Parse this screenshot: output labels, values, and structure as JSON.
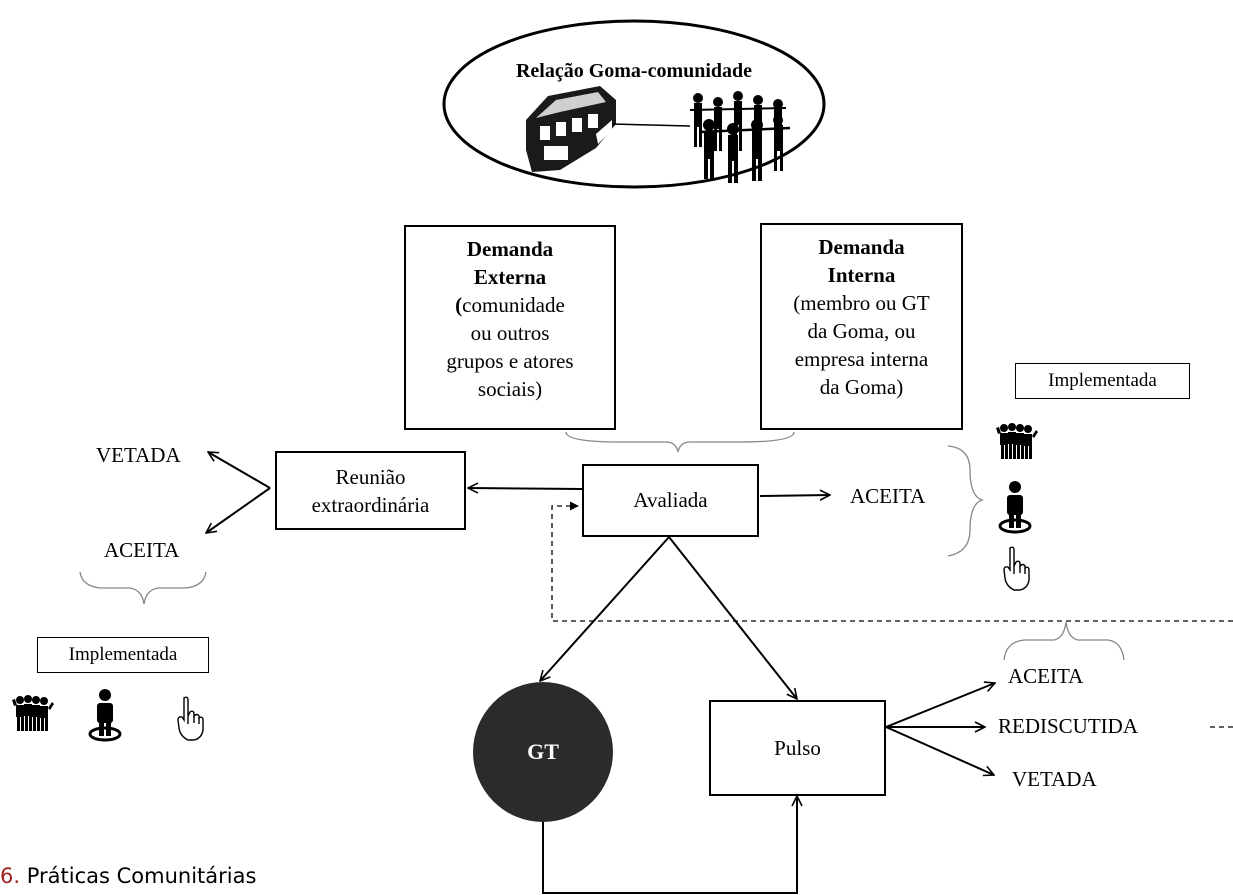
{
  "title": "Relação Goma-comunidade",
  "demanda_externa": {
    "heading_1": "Demanda",
    "heading_2": "Externa",
    "paren_open": "(",
    "lines": [
      "comunidade",
      "ou outros",
      "grupos e atores",
      "sociais)"
    ]
  },
  "demanda_interna": {
    "heading_1": "Demanda",
    "heading_2": "Interna",
    "lines": [
      "(membro ou GT",
      "da Goma, ou",
      "empresa interna",
      "da Goma)"
    ]
  },
  "nodes": {
    "reuniao_line1": "Reunião",
    "reuniao_line2": "extraordinária",
    "avaliada": "Avaliada",
    "pulso": "Pulso",
    "gt": "GT"
  },
  "outcomes": {
    "vetada_left": "VETADA",
    "aceita_left": "ACEITA",
    "aceita_right": "ACEITA",
    "aceita_pulso": "ACEITA",
    "rediscutida": "REDISCUTIDA",
    "vetada_pulso": "VETADA"
  },
  "implementada_right": "Implementada",
  "implementada_left": "Implementada",
  "caption_number": "6.",
  "caption_text": "Práticas Comunitárias",
  "icons": [
    "building-icon",
    "community-circle-icon",
    "group-icon",
    "person-icon",
    "hand-pointer-icon"
  ]
}
